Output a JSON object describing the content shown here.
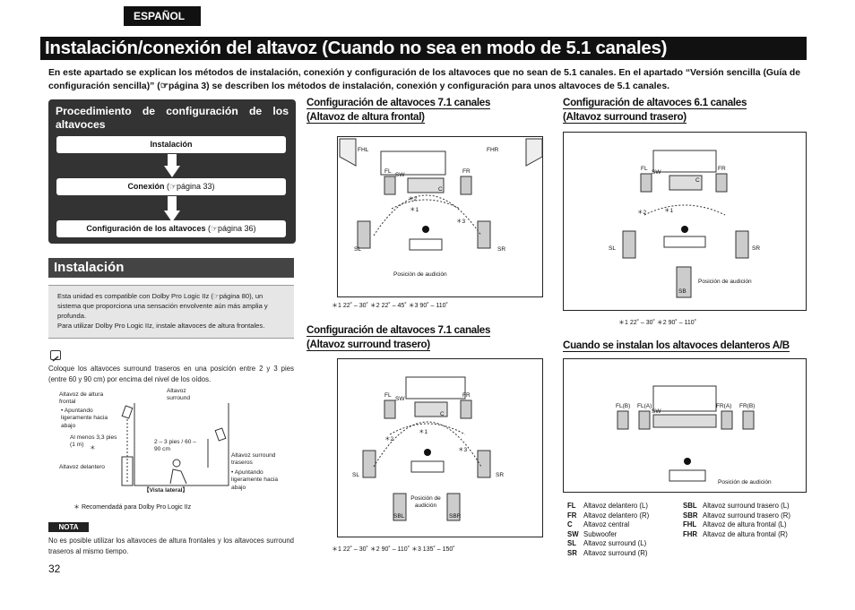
{
  "header": {
    "language_tab": "ESPAÑOL",
    "title": "Instalación/conexión del altavoz (Cuando no sea en modo de 5.1 canales)"
  },
  "intro": {
    "text": "En este apartado se explican los métodos de instalación, conexión y configuración de los altavoces que no sean de 5.1 canales. En el apartado “Versión sencilla (Guía de configuración sencilla)” (☞página 3) se describen los métodos de instalación, conexión y configuración para unos altavoces de 5.1 canales."
  },
  "procedure": {
    "title": "Procedimiento de configuración de los altavoces",
    "step1": "Instalación",
    "step2_bold": "Conexión",
    "step2_ref": " (☞página 33)",
    "step3_bold": "Configuración de los altavoces",
    "step3_ref": " (☞página 36)"
  },
  "installation": {
    "heading": "Instalación",
    "note_line1": "Esta unidad es compatible con Dolby Pro Logic IIz (☞página 80), un sistema que proporciona una sensación envolvente aún más amplia y profunda.",
    "note_line2": "Para utilizar Dolby Pro Logic IIz, instale altavoces de altura frontales.",
    "tip": "Coloque los altavoces surround traseros en una posición entre 2 y 3 pies (entre 60 y 90 cm) por encima del nivel de los oídos.",
    "side_view": {
      "front_height": "Altavoz de altura frontal",
      "front_height_bullet": "• Apuntando ligeramente hacia abajo",
      "surround": "Altavoz surround",
      "min_height": "Al menos 3,3 pies (1 m)",
      "star": "＊",
      "range": "2 – 3 pies / 60 – 90 cm",
      "front": "Altavoz delantero",
      "rear_surround": "Altavoz surround traseros",
      "rear_bullet": "• Apuntando ligeramente hacia abajo",
      "caption": "【Vista lateral】"
    },
    "recommended": "＊  Recomendadá para Dolby Pro Logic IIz"
  },
  "nota": {
    "label": "NOTA",
    "text": "No es posible utilizar los altavoces de altura frontales y los altavoces surround traseros al mismo tiempo."
  },
  "page_number": "32",
  "sec_71_height": {
    "line1": "Configuración de altavoces 7.1 canales",
    "line2": "(Altavoz de altura frontal)",
    "footnote": "＊1  22˚ – 30˚        ＊2  22˚ – 45˚        ＊3  90˚ – 110˚"
  },
  "sec_61": {
    "line1": "Configuración de altavoces 6.1 canales",
    "line2": "(Altavoz surround trasero)",
    "footnote": "＊1  22˚ – 30˚        ＊2  90˚ – 110˚"
  },
  "sec_71_rear": {
    "line1": "Configuración de altavoces 7.1 canales",
    "line2": "(Altavoz surround trasero)",
    "footnote": "＊1  22˚ – 30˚        ＊2  90˚ – 110˚        ＊3  135˚ – 150˚"
  },
  "sec_ab": {
    "title": "Cuando se instalan los altavoces delanteros A/B"
  },
  "labels": {
    "fhl": "FHL",
    "fhr": "FHR",
    "fl": "FL",
    "fr": "FR",
    "sw": "SW",
    "c": "C",
    "sl": "SL",
    "sr": "SR",
    "sb": "SB",
    "sbl": "SBL",
    "sbr": "SBR",
    "flb": "FL(B)",
    "fla": "FL(A)",
    "fra": "FR(A)",
    "frb": "FR(B)",
    "listen": "Posición de audición",
    "s1": "＊1",
    "s2": "＊2",
    "s3": "＊3"
  },
  "legend_left": [
    [
      "FL",
      "Altavoz delantero (L)"
    ],
    [
      "FR",
      "Altavoz delantero (R)"
    ],
    [
      "C",
      "Altavoz central"
    ],
    [
      "SW",
      "Subwoofer"
    ],
    [
      "SL",
      "Altavoz surround (L)"
    ],
    [
      "SR",
      "Altavoz surround (R)"
    ]
  ],
  "legend_right": [
    [
      "SBL",
      "Altavoz surround trasero (L)"
    ],
    [
      "SBR",
      "Altavoz surround trasero (R)"
    ],
    [
      "FHL",
      "Altavoz de altura frontal (L)"
    ],
    [
      "FHR",
      "Altavoz de altura frontal (R)"
    ]
  ]
}
